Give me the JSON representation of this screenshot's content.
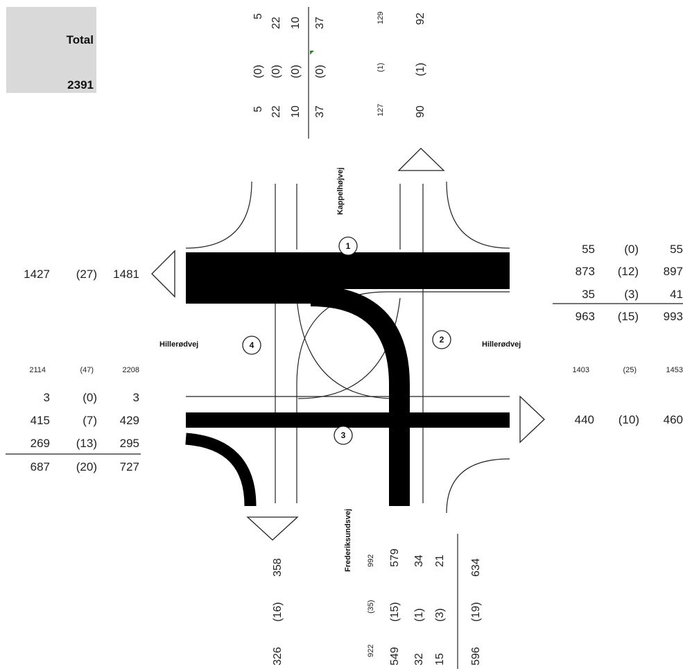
{
  "total": {
    "label": "Total",
    "value": "2391"
  },
  "streets": {
    "north": "Kappelhøjvej",
    "east": "Hillerødvej",
    "west": "Hillerødvej",
    "south": "Frederiksundsvej"
  },
  "nodes": [
    "1",
    "2",
    "3",
    "4"
  ],
  "north": {
    "rows": [
      [
        "5",
        "22",
        "10",
        "37",
        "129",
        "92"
      ],
      [
        "(0)",
        "(0)",
        "(0)",
        "(0)",
        "(1)",
        "(1)"
      ],
      [
        "5",
        "22",
        "10",
        "37",
        "127",
        "90"
      ]
    ]
  },
  "east": {
    "rows": [
      [
        "55",
        "(0)",
        "55"
      ],
      [
        "873",
        "(12)",
        "897"
      ],
      [
        "35",
        "(3)",
        "41"
      ],
      [
        "963",
        "(15)",
        "993"
      ]
    ],
    "section": [
      "1403",
      "(25)",
      "1453"
    ],
    "out": [
      "440",
      "(10)",
      "460"
    ]
  },
  "west": {
    "out": [
      "1427",
      "(27)",
      "1481"
    ],
    "section": [
      "2114",
      "(47)",
      "2208"
    ],
    "rows": [
      [
        "3",
        "(0)",
        "3"
      ],
      [
        "415",
        "(7)",
        "429"
      ],
      [
        "269",
        "(13)",
        "295"
      ],
      [
        "687",
        "(20)",
        "727"
      ]
    ]
  },
  "south": {
    "out": [
      "358",
      "(16)",
      "326"
    ],
    "section": [
      "992",
      "(35)",
      "922"
    ],
    "rows": [
      [
        "579",
        "34",
        "21",
        "634"
      ],
      [
        "(15)",
        "(1)",
        "(3)",
        "(19)"
      ],
      [
        "549",
        "32",
        "15",
        "596"
      ]
    ]
  },
  "colors": {
    "thick": "#000000",
    "line": "#222222",
    "total_bg": "#d9d9d9"
  }
}
